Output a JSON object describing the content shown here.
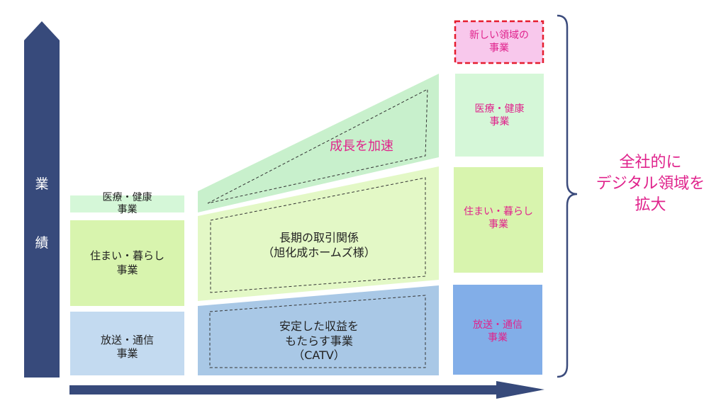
{
  "axis": {
    "vertical_label": [
      "業",
      "績"
    ]
  },
  "left_column": {
    "medical": [
      "医療・健康",
      "事業"
    ],
    "housing": [
      "住まい・暮らし",
      "事業"
    ],
    "broadcast": [
      "放送・通信",
      "事業"
    ]
  },
  "middle_column": {
    "growth": "成長を加速",
    "long_term": [
      "長期の取引関係",
      "（旭化成ホームズ様）"
    ],
    "stable": [
      "安定した収益を",
      "もたらす事業",
      "（CATV）"
    ]
  },
  "right_column": {
    "new_domain": [
      "新しい領域の",
      "事業"
    ],
    "medical": [
      "医療・健康",
      "事業"
    ],
    "housing": [
      "住まい・暮らし",
      "事業"
    ],
    "broadcast": [
      "放送・通信",
      "事業"
    ]
  },
  "summary": [
    "全社的に",
    "デジタル領域を",
    "拡大"
  ],
  "colors": {
    "axis": "#374a7b",
    "medical_fill": "#d5f7d8",
    "medical_mid": "#c8f0cc",
    "housing_fill": "#d8f4ae",
    "housing_mid": "#e3f8c6",
    "broadcast_fill": "#c3daf0",
    "broadcast_mid": "#a9c8e6",
    "broadcast_right": "#82aee8",
    "new_domain_fill": "#f8c8ec",
    "new_domain_border": "#e51d2f",
    "accent_text": "#e0238c",
    "dark_text": "#222222",
    "brace": "#3b4b7c"
  }
}
